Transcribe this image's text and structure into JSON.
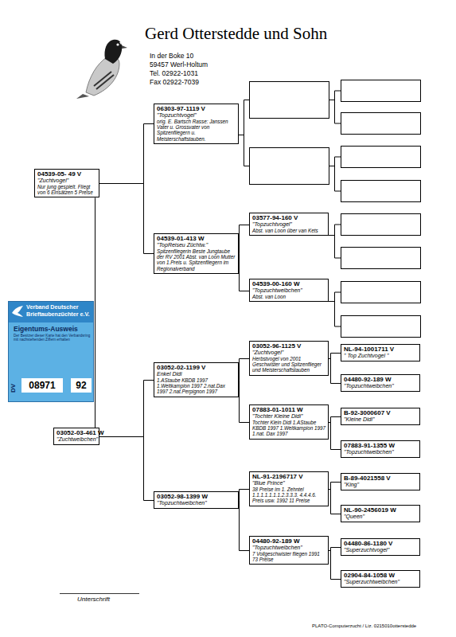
{
  "diagram": {
    "title": "Gerd Otterstedde und Sohn",
    "nodes": [
      {
        "text": [
          "04539-05-   49 V",
          "\"Zuchtvogel\"",
          "Nur jung gespielt. Fliegt von 6 Einsätzen 5 Preise"
        ]
      },
      {
        "text": [
          "06303-97-1119 V",
          "\"Topzuchtvogel\"",
          "orig. E. Bartsch Rasse: Janssen Vater u. Grossvater von Spitzenfliegern u. Meisterschaftstauben."
        ]
      },
      {
        "text": [
          "04539-01-413 W",
          "\"TopReiseu Züchtw.\"",
          "Spitzenfliegerin Beste Jungtaube der RV 2001 Abst. van Loon Mutter von 1.Preis u. Spitzenfliegern im Regionalverband"
        ]
      },
      {
        "text": [
          "03577-94-160 V",
          "\"Topzuchtvogel\"",
          "Abst. van Loon über van Kets"
        ]
      },
      {
        "text": [
          "04539-00-160 W",
          "\"Topzuchtweibchen\"",
          "Abst. van Loon"
        ]
      },
      {
        "text": [
          "Verband Deutscher Brieftaubenzüchter e.V.",
          "Eigentums-Ausweis",
          "Der Besitzer dieser Karte hat den Verbandsring mit nachstehenden Ziffern erhalten",
          "DV",
          "08971",
          "92"
        ]
      },
      {
        "text": [
          "03052-03-461 W",
          "\"Zuchtweibchen\""
        ]
      },
      {
        "text": [
          "03052-02-1199 V",
          "Enkel Didi",
          "1.AStaube KBDB 1997 1.Weltkampion 1997 2.nat.Dax 1997 2.nat.Perpignon 1997"
        ]
      },
      {
        "text": [
          "03052-96-1125 V",
          "\"Zuchtvogel\"",
          "Herbstvogel von 2001 Geschwister und Spitzenflieger und Meisterschaftstauben"
        ]
      },
      {
        "text": [
          "NL-94-1001711 V",
          "\" Top Zuchtvogel \""
        ]
      },
      {
        "text": [
          "04480-92-189 W",
          "\"Topzuchtweibchen\""
        ]
      },
      {
        "text": [
          "07883-01-1011 W",
          "\"Tochter Kleine Didi\"",
          "Tochter Klein Didi 1.AStaube KBDB 1997 1.Weltkampion 1997 1.nat. Dax 1997"
        ]
      },
      {
        "text": [
          "B-92-3000607 V",
          "\"Kleine Didi\""
        ]
      },
      {
        "text": [
          "07883-91-1355 W",
          "\"Topzuchtweibchen\""
        ]
      },
      {
        "text": [
          "03052-98-1399 W",
          "\"Topzuchtweibchen\""
        ]
      },
      {
        "text": [
          "NL-91-2196717 V",
          "\"Blue Prince\"",
          "38 Preise im 1. Zehntel 1.1.1.1.1.1.1.2.3.3.3. 4.4.4.6. Preis usw. 1992 11 Preise"
        ]
      },
      {
        "text": [
          "B-89-4021558 V",
          "\"King\""
        ]
      },
      {
        "text": [
          "NL-90-2456019 W",
          "\"Queen\""
        ]
      },
      {
        "text": [
          "04480-92-189 W",
          "\"Topzuchtweibchen\"",
          "7 Vollgeschwister fliegen 1991 73 Preise"
        ]
      },
      {
        "text": [
          "04480-86-1180 V",
          "\"Superzuchtvogel\""
        ]
      },
      {
        "text": [
          "02904-84-1058 W",
          "\"Superzuchtweibchen\""
        ]
      }
    ],
    "edges": [
      {
        "from": 0,
        "to": 1,
        "arrow": "none"
      },
      {
        "from": 0,
        "to": 2,
        "arrow": "none"
      },
      {
        "from": 2,
        "to": 3,
        "arrow": "none"
      },
      {
        "from": 2,
        "to": 4,
        "arrow": "none"
      },
      {
        "from": 0,
        "to": 6,
        "arrow": "none"
      },
      {
        "from": 6,
        "to": 7,
        "arrow": "none"
      },
      {
        "from": 6,
        "to": 14,
        "arrow": "none"
      },
      {
        "from": 7,
        "to": 8,
        "arrow": "none"
      },
      {
        "from": 7,
        "to": 11,
        "arrow": "none"
      },
      {
        "from": 8,
        "to": 9,
        "arrow": "none"
      },
      {
        "from": 8,
        "to": 10,
        "arrow": "none"
      },
      {
        "from": 11,
        "to": 12,
        "arrow": "none"
      },
      {
        "from": 11,
        "to": 13,
        "arrow": "none"
      },
      {
        "from": 14,
        "to": 15,
        "arrow": "none"
      },
      {
        "from": 14,
        "to": 18,
        "arrow": "none"
      },
      {
        "from": 15,
        "to": 16,
        "arrow": "none"
      },
      {
        "from": 15,
        "to": 17,
        "arrow": "none"
      },
      {
        "from": 18,
        "to": 19,
        "arrow": "none"
      },
      {
        "from": 18,
        "to": 20,
        "arrow": "none"
      }
    ],
    "labels": [
      "In der Boke 10",
      "59457 Werl-Holtum",
      "Tel. 02922-1031",
      "Fax 02922-7039",
      "Unterschrift",
      "PLATO-Computerzucht / Liz. 0215010otterstedde"
    ]
  }
}
